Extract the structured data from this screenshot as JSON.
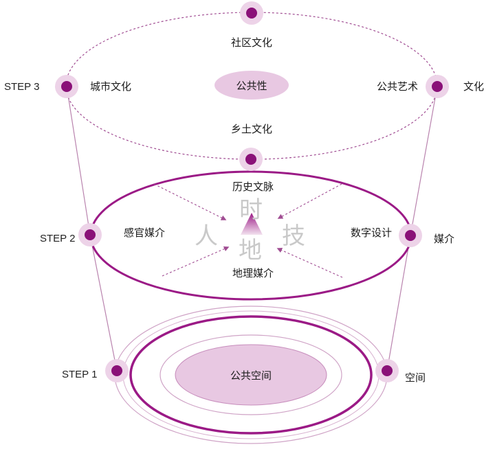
{
  "colors": {
    "primary": "#9b1a86",
    "dot": "#8a1178",
    "halo": "#edd3e8",
    "center_fill": "#e8c8e2",
    "line": "#a04c92",
    "ring_light": "#cfa3c6",
    "watermark": "#c9c9c9"
  },
  "steps": {
    "step1": "STEP 1",
    "step2": "STEP 2",
    "step3": "STEP 3"
  },
  "top_level": {
    "center": "公共性",
    "top": "社区文化",
    "bottom": "乡土文化",
    "left": "城市文化",
    "right": "公共艺术",
    "category": "文化"
  },
  "middle_level": {
    "top": "历史文脉",
    "bottom": "地理媒介",
    "left": "感官媒介",
    "right": "数字设计",
    "category": "媒介",
    "center_chars": {
      "ren": "人",
      "shi": "时",
      "di": "地",
      "ji": "技"
    }
  },
  "bottom_level": {
    "center": "公共空间",
    "category": "空间"
  }
}
